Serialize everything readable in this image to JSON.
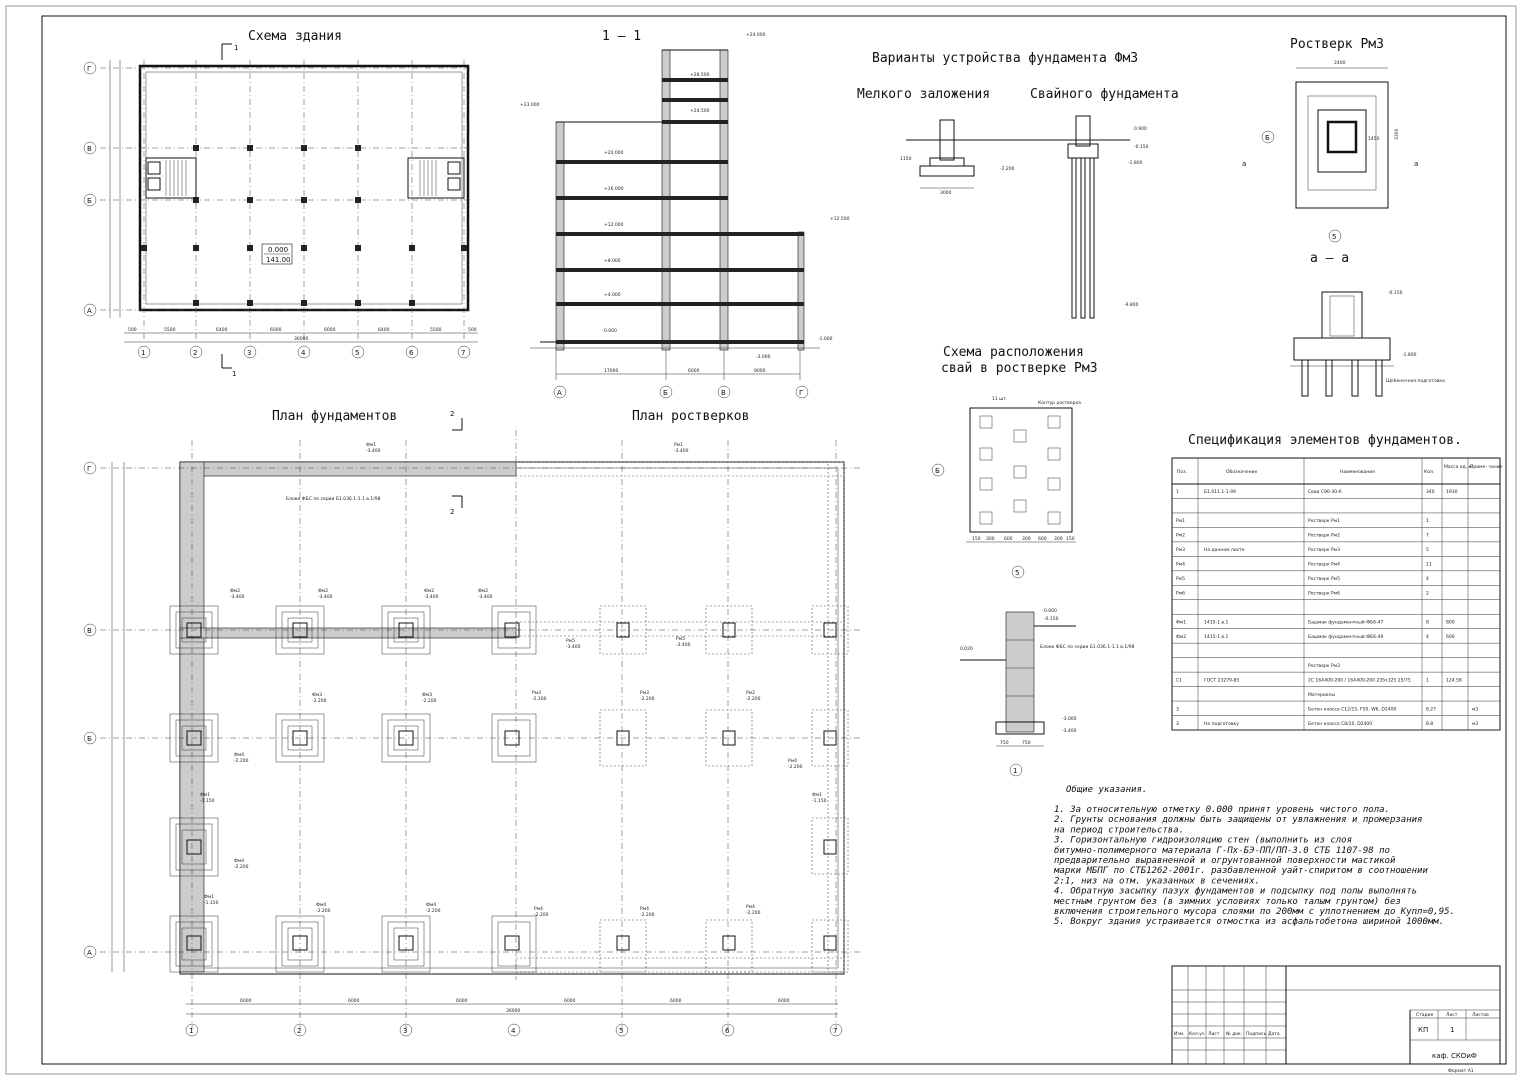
{
  "titles": {
    "building_scheme": "Схема здания",
    "section_1_1": "1 – 1",
    "variants": "Варианты устройства фундамента Фм3",
    "shallow": "Мелкого заложения",
    "piled": "Свайного фундамента",
    "rostverk_rm3": "Ростверк Рм3",
    "section_a_a": "а – а",
    "piles_scheme_1": "Схема расположения",
    "piles_scheme_2": "свай в ростверке Рм3",
    "foundation_plan": "План фундаментов",
    "rostverk_plan": "План ростверков",
    "spec": "Спецификация элементов фундаментов."
  },
  "building_scheme": {
    "grid_numbers": [
      "1",
      "2",
      "3",
      "4",
      "5",
      "6",
      "7"
    ],
    "grid_letters": [
      "Г",
      "В",
      "Б",
      "А"
    ],
    "spans": [
      "5500",
      "6400",
      "6000",
      "6000",
      "6400",
      "5500"
    ],
    "total": "36000",
    "edge": "500",
    "level_top": "0.000",
    "level_bottom": "141.00",
    "cut_marks": [
      "1",
      "1"
    ]
  },
  "section": {
    "levels": [
      "+24.000",
      "+28.500",
      "+24.500",
      "+20.000",
      "+16.000",
      "+12.000",
      "+8.000",
      "+4.000",
      "0.000",
      "-1.000",
      "-3.000",
      "+12.500",
      "+23.000"
    ],
    "axes": [
      "А",
      "Б",
      "В",
      "Г"
    ],
    "dims": [
      "17000",
      "6000",
      "9000"
    ]
  },
  "shallow": {
    "width": "3000",
    "depth": "1150",
    "level": "-2.200"
  },
  "piled": {
    "levels": [
      "0.900",
      "-0.150",
      "-1.800",
      "-9.800"
    ]
  },
  "rm3": {
    "dims_top": "2400",
    "dims_side": "3300",
    "inner": "1450",
    "axis": "Б",
    "axis_num": "5",
    "cut": "а"
  },
  "aa": {
    "levels": [
      "-0.150",
      "-1.800"
    ],
    "note": "Щебеночная подготовка"
  },
  "piles": {
    "contour": "Контур ростверка",
    "label": "11 шт.",
    "axis": "Б",
    "num": "5",
    "dims": [
      "150",
      "300",
      "600",
      "300",
      "600",
      "300",
      "150"
    ]
  },
  "wall_detail": {
    "axis": "1",
    "levels": [
      "0.000",
      "-0.150",
      "-3.000",
      "-3.400",
      "0.020"
    ],
    "note": "Блоки ФБС по серии Б1.036.1-1.1 в.1/98",
    "dims": [
      "750",
      "750"
    ]
  },
  "spec_table": {
    "headers": [
      "Поз.",
      "Обозначение",
      "Наименование",
      "Кол.",
      "Масса ед.,кг.",
      "Приме- чание"
    ],
    "rows": [
      [
        "1",
        "Б1.011.1-1.99",
        "Сваи С90-30-6",
        "340",
        "1930",
        ""
      ],
      [
        "",
        "",
        "",
        "",
        "",
        ""
      ],
      [
        "Рм1",
        "",
        "Ростверк Рм1",
        "1",
        "",
        ""
      ],
      [
        "Рм2",
        "",
        "Ростверк Рм2",
        "7",
        "",
        ""
      ],
      [
        "Рм3",
        "На данном листе",
        "Ростверк Рм3",
        "5",
        "",
        ""
      ],
      [
        "Рм4",
        "",
        "Ростверк Рм4",
        "11",
        "",
        ""
      ],
      [
        "Рм5",
        "",
        "Ростверк Рм5",
        "4",
        "",
        ""
      ],
      [
        "Рм6",
        "",
        "Ростверк Рм6",
        "2",
        "",
        ""
      ],
      [
        "",
        "",
        "",
        "",
        "",
        ""
      ],
      [
        "Фм1",
        "1415-1 в.1",
        "Башмак фундаментный ФБ6-47",
        "8",
        "800",
        ""
      ],
      [
        "Фм2",
        "1415-1 в.1",
        "Башмак фундаментный ФБ6-49",
        "4",
        "600",
        ""
      ],
      [
        "",
        "",
        "",
        "",
        "",
        ""
      ],
      [
        "",
        "",
        "Ростверк Рм3",
        "",
        "",
        ""
      ],
      [
        "С1",
        "ГОСТ 23279-85",
        "2С 16А400-200 / 16А400-200  235х325 25/75",
        "1",
        "124.58",
        ""
      ],
      [
        "",
        "",
        "Материалы",
        "",
        "",
        ""
      ],
      [
        "3",
        "",
        "Бетон класса С12/15, F50, W6, D2400",
        "6.27",
        "",
        "м3"
      ],
      [
        "3",
        "На подготовку",
        "Бетон класса С8/10, D2400",
        "8.8",
        "",
        "м3"
      ]
    ]
  },
  "notes": {
    "title": "Общие указания.",
    "lines": [
      "1.  За относительную отметку 0.000 принят уровень чистого пола.",
      "2.  Грунты основания должны быть защищены от увлажнения и промерзания",
      "     на период строительства.",
      "3.  Горизонтальную гидроизоляцию стен (выполнить из слоя",
      "     битумно-полимерного материала Г-Пх-БЭ-ПП/ПП-3.0 СТБ 1107-98 по",
      "     предварительно выравненной и огрунтованной поверхности мастикой",
      "     марки МБПГ по СТБ1262-2001г. разбавленной уайт-спиритом в соотношении",
      "     2:1, низ на отм. указанных в сечениях.",
      "4.  Обратную засыпку пазух фундаментов и подсыпку под полы выполнять",
      "     местным грунтом без (в зимних условиях только талым грунтом) без",
      "     включения строительного мусора слоями по 200мм с уплотнением до Kупл=0,95.",
      "5.  Вокруг здания устраивается отмостка из асфальтобетона шириной 1000мм."
    ]
  },
  "plan": {
    "axes_num": [
      "1",
      "2",
      "3",
      "4",
      "5",
      "6",
      "7"
    ],
    "axes_let": [
      "Г",
      "В",
      "Б",
      "А"
    ],
    "spans": [
      "6000",
      "6000",
      "6000",
      "6000",
      "6000",
      "6000"
    ],
    "total": "36000",
    "marks": [
      "Фм1",
      "Фм2",
      "Фм3",
      "Фм4",
      "Рм1",
      "Рм2",
      "Рм3",
      "Рм4",
      "Рм5",
      "Рм6"
    ],
    "levels": [
      "-3.400",
      "-2.200",
      "-1.150"
    ],
    "cut": "2",
    "block_note": "Блоки ФБС по серии Б1.036.1-1.1 в.1/98"
  },
  "stamp": {
    "labels": [
      "Изм.",
      "Кол.уч",
      "Лист",
      "№ док.",
      "Подпись",
      "Дата"
    ],
    "stage": "Стадия",
    "sheet": "Лист",
    "sheets": "Листов",
    "code": "КП",
    "sheet_no": "1",
    "dept": "каф. СКОиФ",
    "format": "Формат А1"
  }
}
